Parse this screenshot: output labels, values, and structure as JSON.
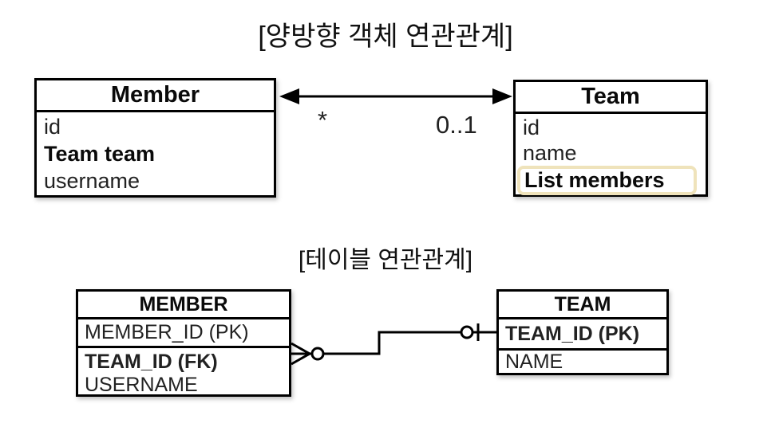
{
  "colors": {
    "background": "#ffffff",
    "line": "#000000",
    "text": "#141414",
    "highlight_border": "#efe3bb"
  },
  "object_diagram": {
    "title": "[양방향 객체 연관관계]",
    "member_class": {
      "title": "Member",
      "fields": [
        {
          "text": "id",
          "bold": false
        },
        {
          "text": "Team team",
          "bold": true
        },
        {
          "text": "username",
          "bold": false
        }
      ]
    },
    "team_class": {
      "title": "Team",
      "fields": [
        {
          "text": "id",
          "bold": false
        },
        {
          "text": "name",
          "bold": false
        },
        {
          "text": "List members",
          "bold": true,
          "highlighted": true
        }
      ]
    },
    "association": {
      "type": "bidirectional-arrow",
      "member_multiplicity": "*",
      "team_multiplicity": "0..1"
    }
  },
  "table_diagram": {
    "title": "[테이블 연관관계]",
    "member_table": {
      "title": "MEMBER",
      "rows": [
        {
          "text": "MEMBER_ID (PK)",
          "bold": false
        },
        {
          "text": "TEAM_ID (FK)",
          "bold": true
        },
        {
          "text": "USERNAME",
          "bold": false
        }
      ]
    },
    "team_table": {
      "title": "TEAM",
      "rows": [
        {
          "text": "TEAM_ID (PK)",
          "bold": true
        },
        {
          "text": "NAME",
          "bold": false
        }
      ]
    },
    "relationship": {
      "member_side": "zero-or-many",
      "team_side": "zero-or-one"
    }
  }
}
